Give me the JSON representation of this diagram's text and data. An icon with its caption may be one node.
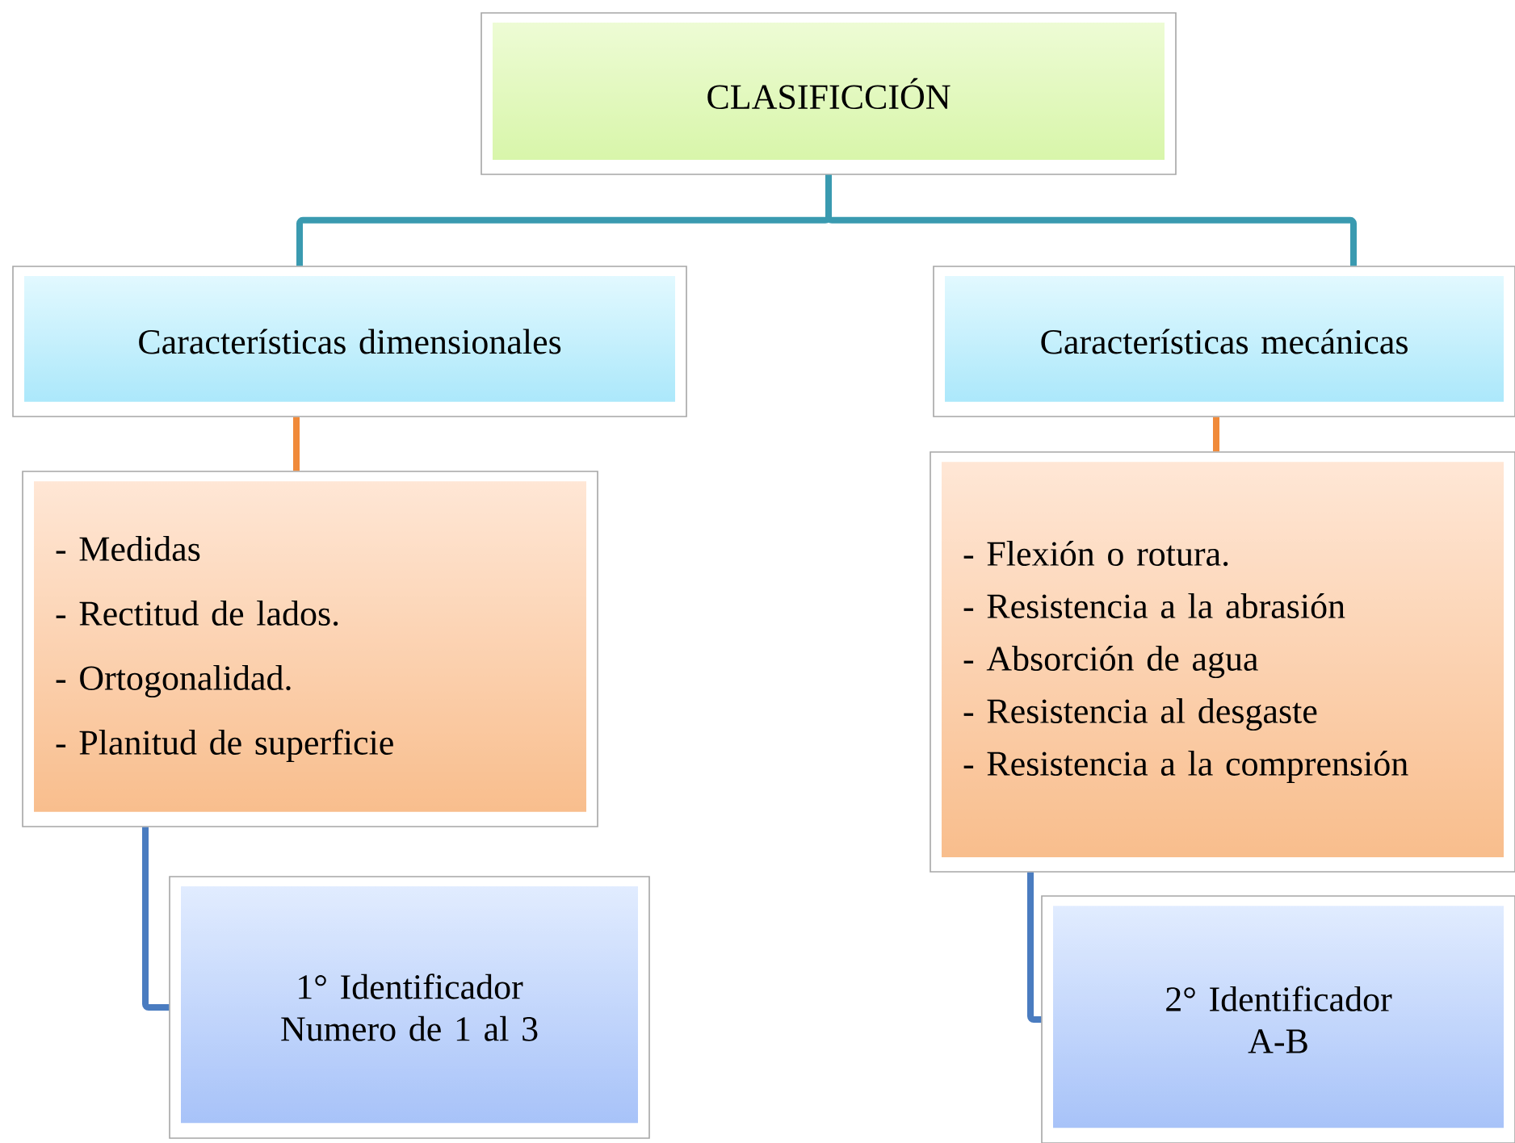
{
  "diagram": {
    "nodes": [
      {
        "text": [
          "CLASIFICCIÓN"
        ]
      },
      {
        "text": [
          "Características dimensionales"
        ]
      },
      {
        "text": [
          "Características mecánicas"
        ]
      },
      {
        "text": [
          "- Medidas",
          "- Rectitud de lados.",
          "- Ortogonalidad.",
          "- Planitud de superficie"
        ]
      },
      {
        "text": [
          "- Flexión o rotura.",
          "- Resistencia a la abrasión",
          "- Absorción de agua",
          "- Resistencia al desgaste",
          "- Resistencia a la comprensión"
        ]
      },
      {
        "text": [
          "1° Identificador",
          "Numero de 1 al 3"
        ]
      },
      {
        "text": [
          "2° Identificador",
          "A-B"
        ]
      }
    ],
    "edges": [
      {
        "from": 0,
        "to": 1,
        "arrow": "none",
        "color": "#3a9ab0"
      },
      {
        "from": 0,
        "to": 2,
        "arrow": "none",
        "color": "#3a9ab0"
      },
      {
        "from": 1,
        "to": 3,
        "arrow": "none",
        "color": "#f08a3a"
      },
      {
        "from": 2,
        "to": 4,
        "arrow": "none",
        "color": "#f08a3a"
      },
      {
        "from": 3,
        "to": 5,
        "arrow": "none",
        "color": "#4a7cc0"
      },
      {
        "from": 4,
        "to": 6,
        "arrow": "none",
        "color": "#4a7cc0"
      }
    ]
  }
}
